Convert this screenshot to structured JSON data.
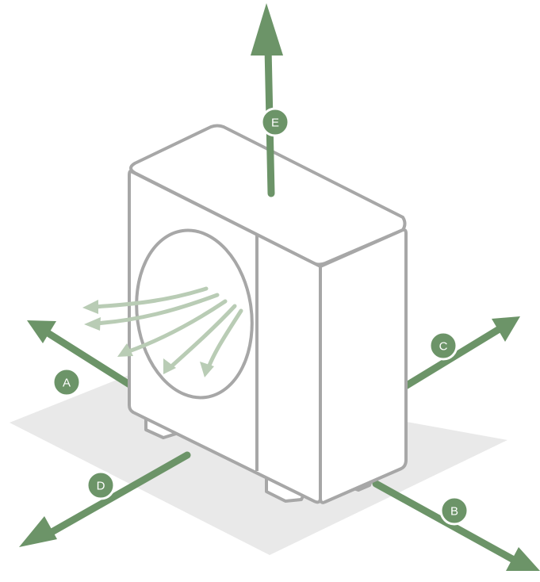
{
  "colors": {
    "arrow": "#6c9468",
    "fan_airflow": "#b9ccb5",
    "unit_outline": "#a7a7a7",
    "unit_fill": "#ffffff",
    "floor": "#e9e9e9",
    "badge_fill": "#6c9468",
    "badge_stroke": "#ffffff",
    "badge_text": "#ffffff"
  },
  "labels": {
    "a": "A",
    "b": "B",
    "c": "C",
    "d": "D",
    "e": "E"
  }
}
